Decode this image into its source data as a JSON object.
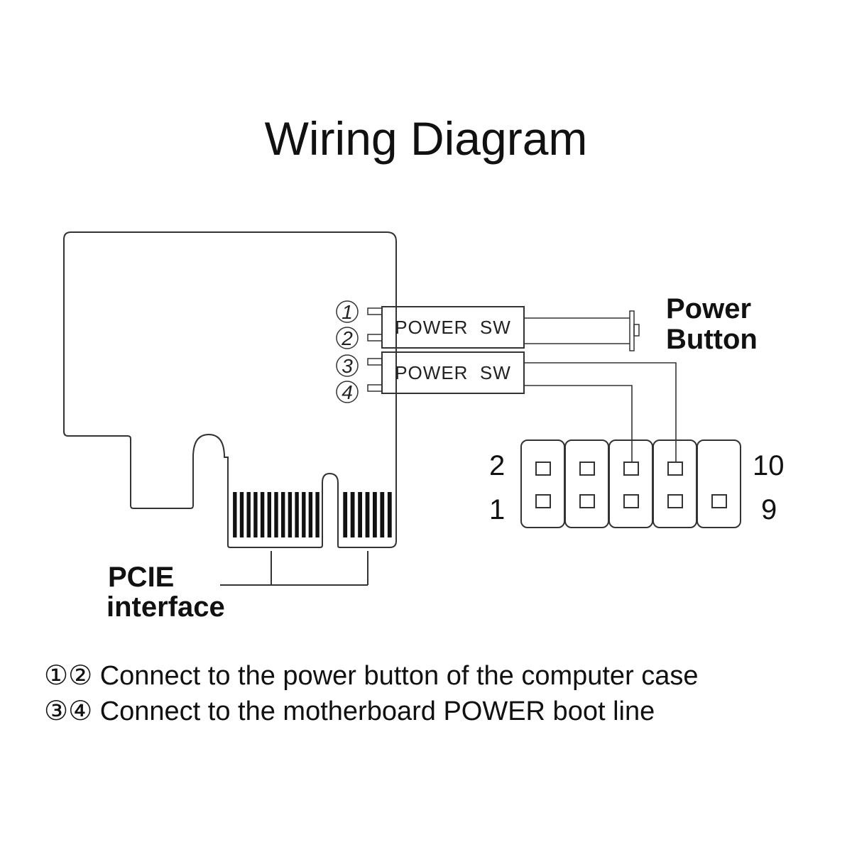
{
  "title": "Wiring Diagram",
  "connectors": [
    {
      "label": "POWER  SW"
    },
    {
      "label": "POWER  SW"
    }
  ],
  "pins": [
    "1",
    "2",
    "3",
    "4"
  ],
  "power_button_label": [
    "Power",
    "Button"
  ],
  "pcie_label": [
    "PCIE",
    "interface"
  ],
  "header_labels": {
    "top_left": "2",
    "bottom_left": "1",
    "top_right": "10",
    "bottom_right": "9"
  },
  "legend": [
    {
      "marks": "①②",
      "text": "Connect to the power button of the computer case"
    },
    {
      "marks": "③④",
      "text": "Connect to the motherboard POWER boot line"
    }
  ]
}
